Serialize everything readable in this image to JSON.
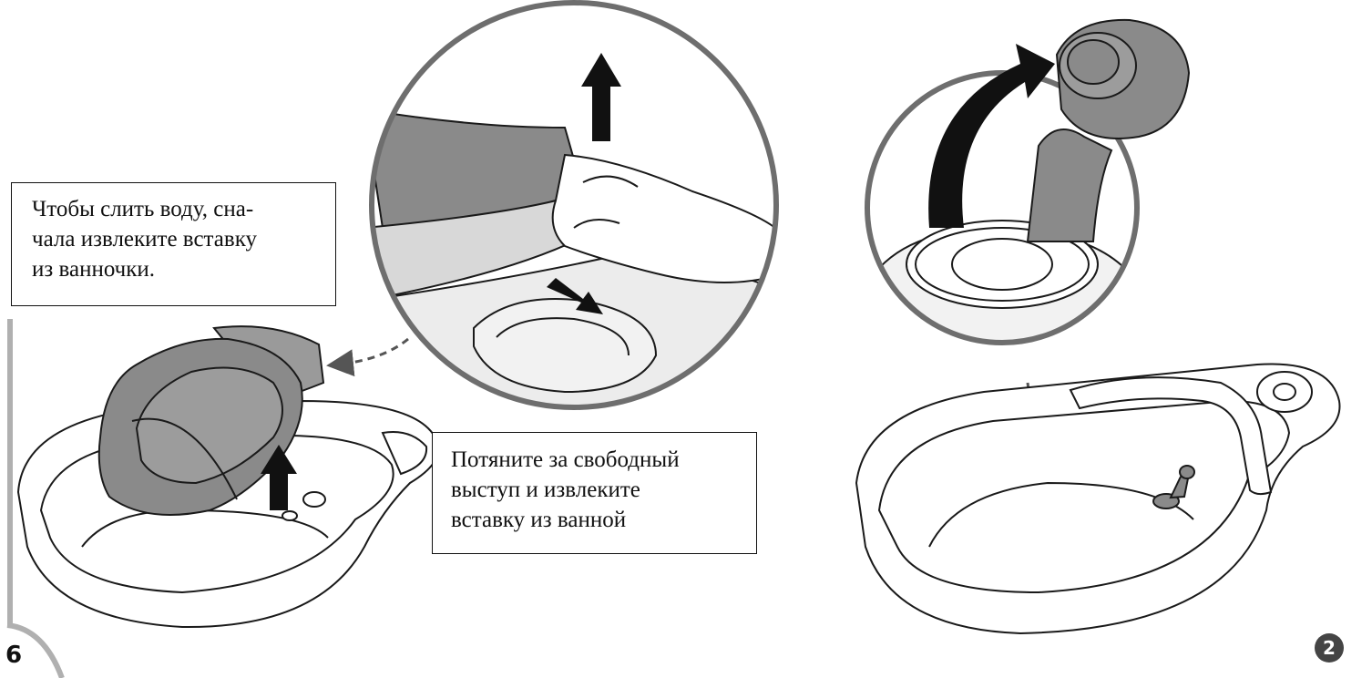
{
  "captions": {
    "remove_insert_first": [
      "Чтобы слить воду, сна-",
      "чала извлеките вставку",
      "из ванночки."
    ],
    "pull_tab": [
      "Потяните за свободный",
      "выступ и извлеките",
      "вставку из ванной"
    ]
  },
  "page_number": "6",
  "step_number": "2",
  "colors": {
    "insert_gray": "#8a8a8a",
    "outline": "#1a1a1a",
    "page_bar": "#b0b0b0"
  },
  "icons": [
    "up-arrow-icon",
    "curved-arrow-icon",
    "drain-plug-icon",
    "dashed-pointer-arrow-icon"
  ]
}
